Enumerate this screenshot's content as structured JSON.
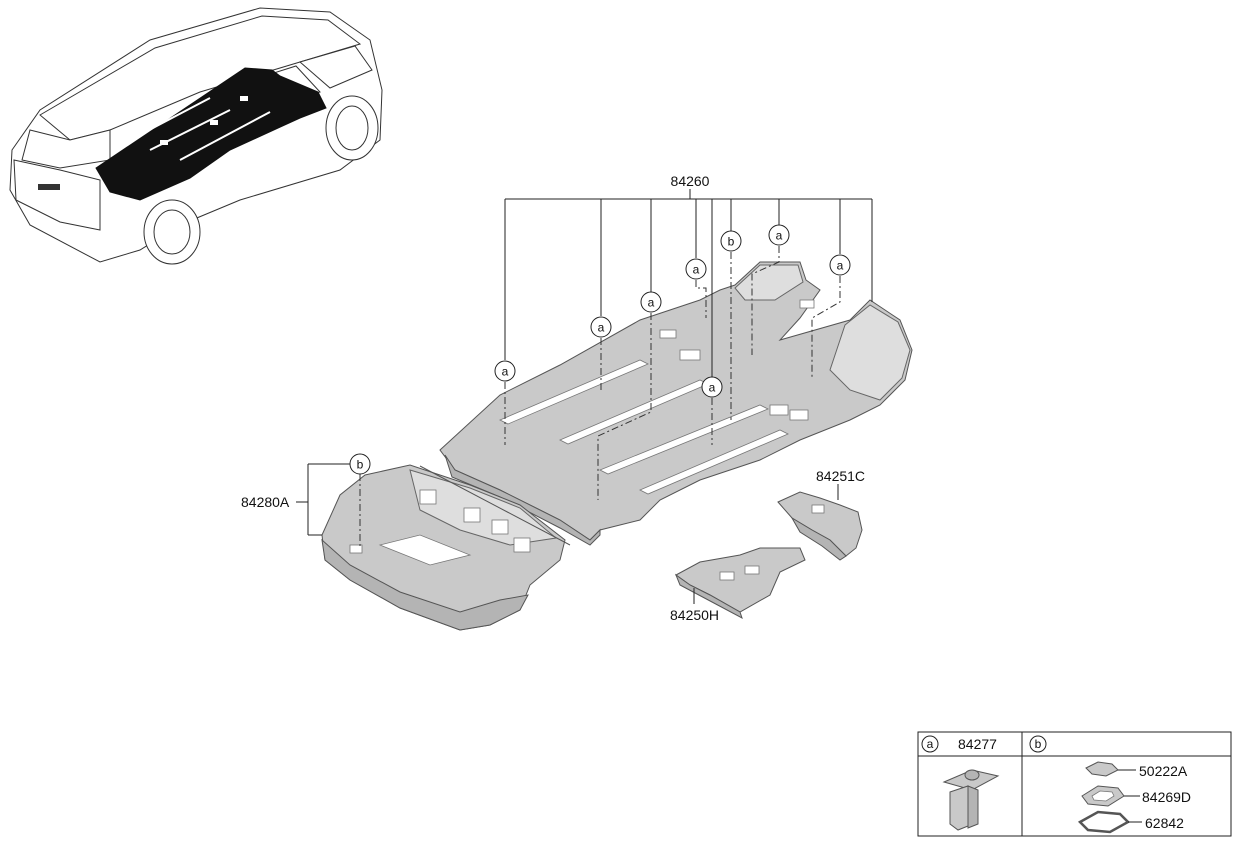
{
  "callouts": {
    "main_carpet": "84260",
    "rear_carpet": "84280A",
    "bracket_right": "84251C",
    "bracket_front": "84250H"
  },
  "reference_letters": {
    "a": "a",
    "b": "b"
  },
  "legend": {
    "col_a_letter": "a",
    "col_a_part": "84277",
    "col_b_letter": "b",
    "col_b_parts": [
      "50222A",
      "84269D",
      "62842"
    ]
  }
}
